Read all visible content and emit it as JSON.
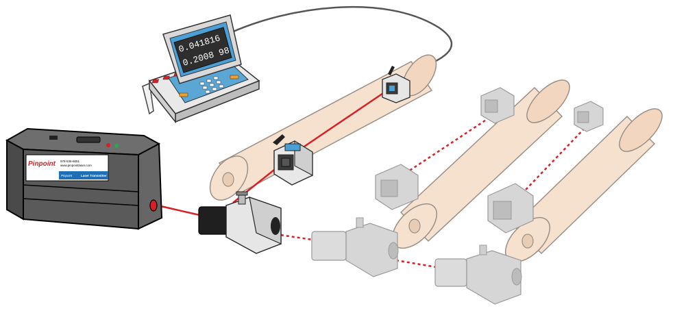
{
  "display_unit": {
    "reading_line_1": "0.041816",
    "reading_line_2": "0.2008  98"
  },
  "laser_transmitter": {
    "brand": "Pinpoint",
    "contact_line_1": "978-536-6651",
    "contact_line_2": "www.pinpointlaser.com",
    "product_tag": "Pinpoint",
    "product_label": "Laser Transmitter"
  },
  "colors": {
    "roller": "#f6e1cf",
    "roller_end": "#f2d6bf",
    "laser_beam": "#d81f26",
    "inactive_device": "#d6d6d6",
    "transmitter_body": "#5a5a5a",
    "display_screen": "#4aa0d6",
    "label_band": "#1e6fb5"
  }
}
